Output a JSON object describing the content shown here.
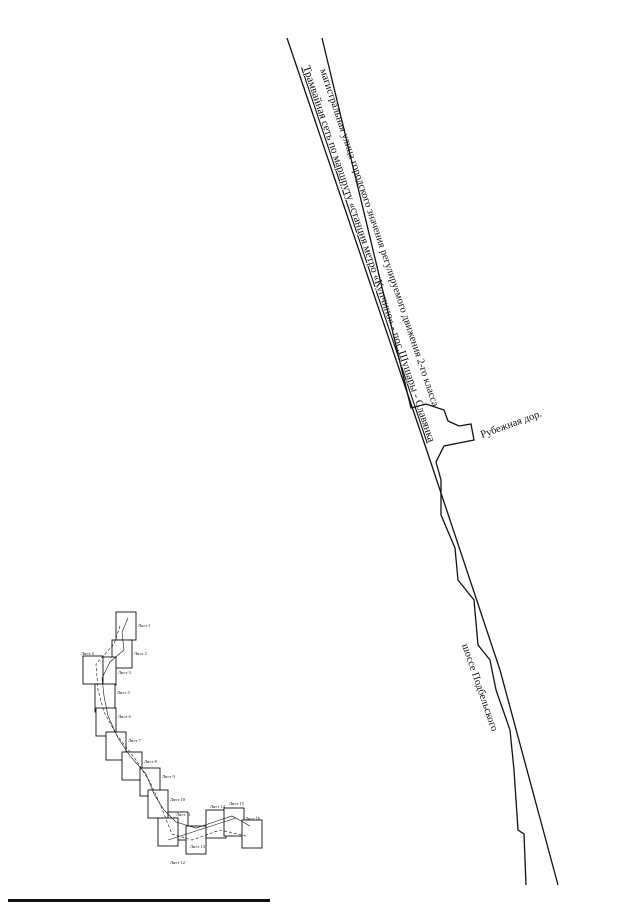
{
  "labels": {
    "main_street": "магистральная улица городского значения регулируемого движения 2-го класса",
    "tram_route": "Трамвайная сеть по маршруту «станция метро «Купчино» - пос.Шушары - Славянка",
    "rubezhnaya": "Рубежная дор.",
    "podbelskogo": "шоссе Подбельского"
  },
  "key_map": {
    "sheets": [
      {
        "id": "1",
        "label": "Лист 1"
      },
      {
        "id": "2",
        "label": "Лист 2"
      },
      {
        "id": "3",
        "label": "Лист 3"
      },
      {
        "id": "4",
        "label": "Лист 4"
      },
      {
        "id": "5",
        "label": "Лист 5"
      },
      {
        "id": "6",
        "label": "Лист 6"
      },
      {
        "id": "7",
        "label": "Лист 7"
      },
      {
        "id": "8",
        "label": "Лист 8"
      },
      {
        "id": "9",
        "label": "Лист 9"
      },
      {
        "id": "10",
        "label": "Лист 10"
      },
      {
        "id": "11",
        "label": "Лист 11"
      },
      {
        "id": "12",
        "label": "Лист 12"
      },
      {
        "id": "13",
        "label": "Лист 13"
      },
      {
        "id": "14",
        "label": "Лист 14"
      },
      {
        "id": "15",
        "label": "Лист 15"
      },
      {
        "id": "16",
        "label": "Лист 16"
      }
    ],
    "highlighted_sheet": "12"
  }
}
